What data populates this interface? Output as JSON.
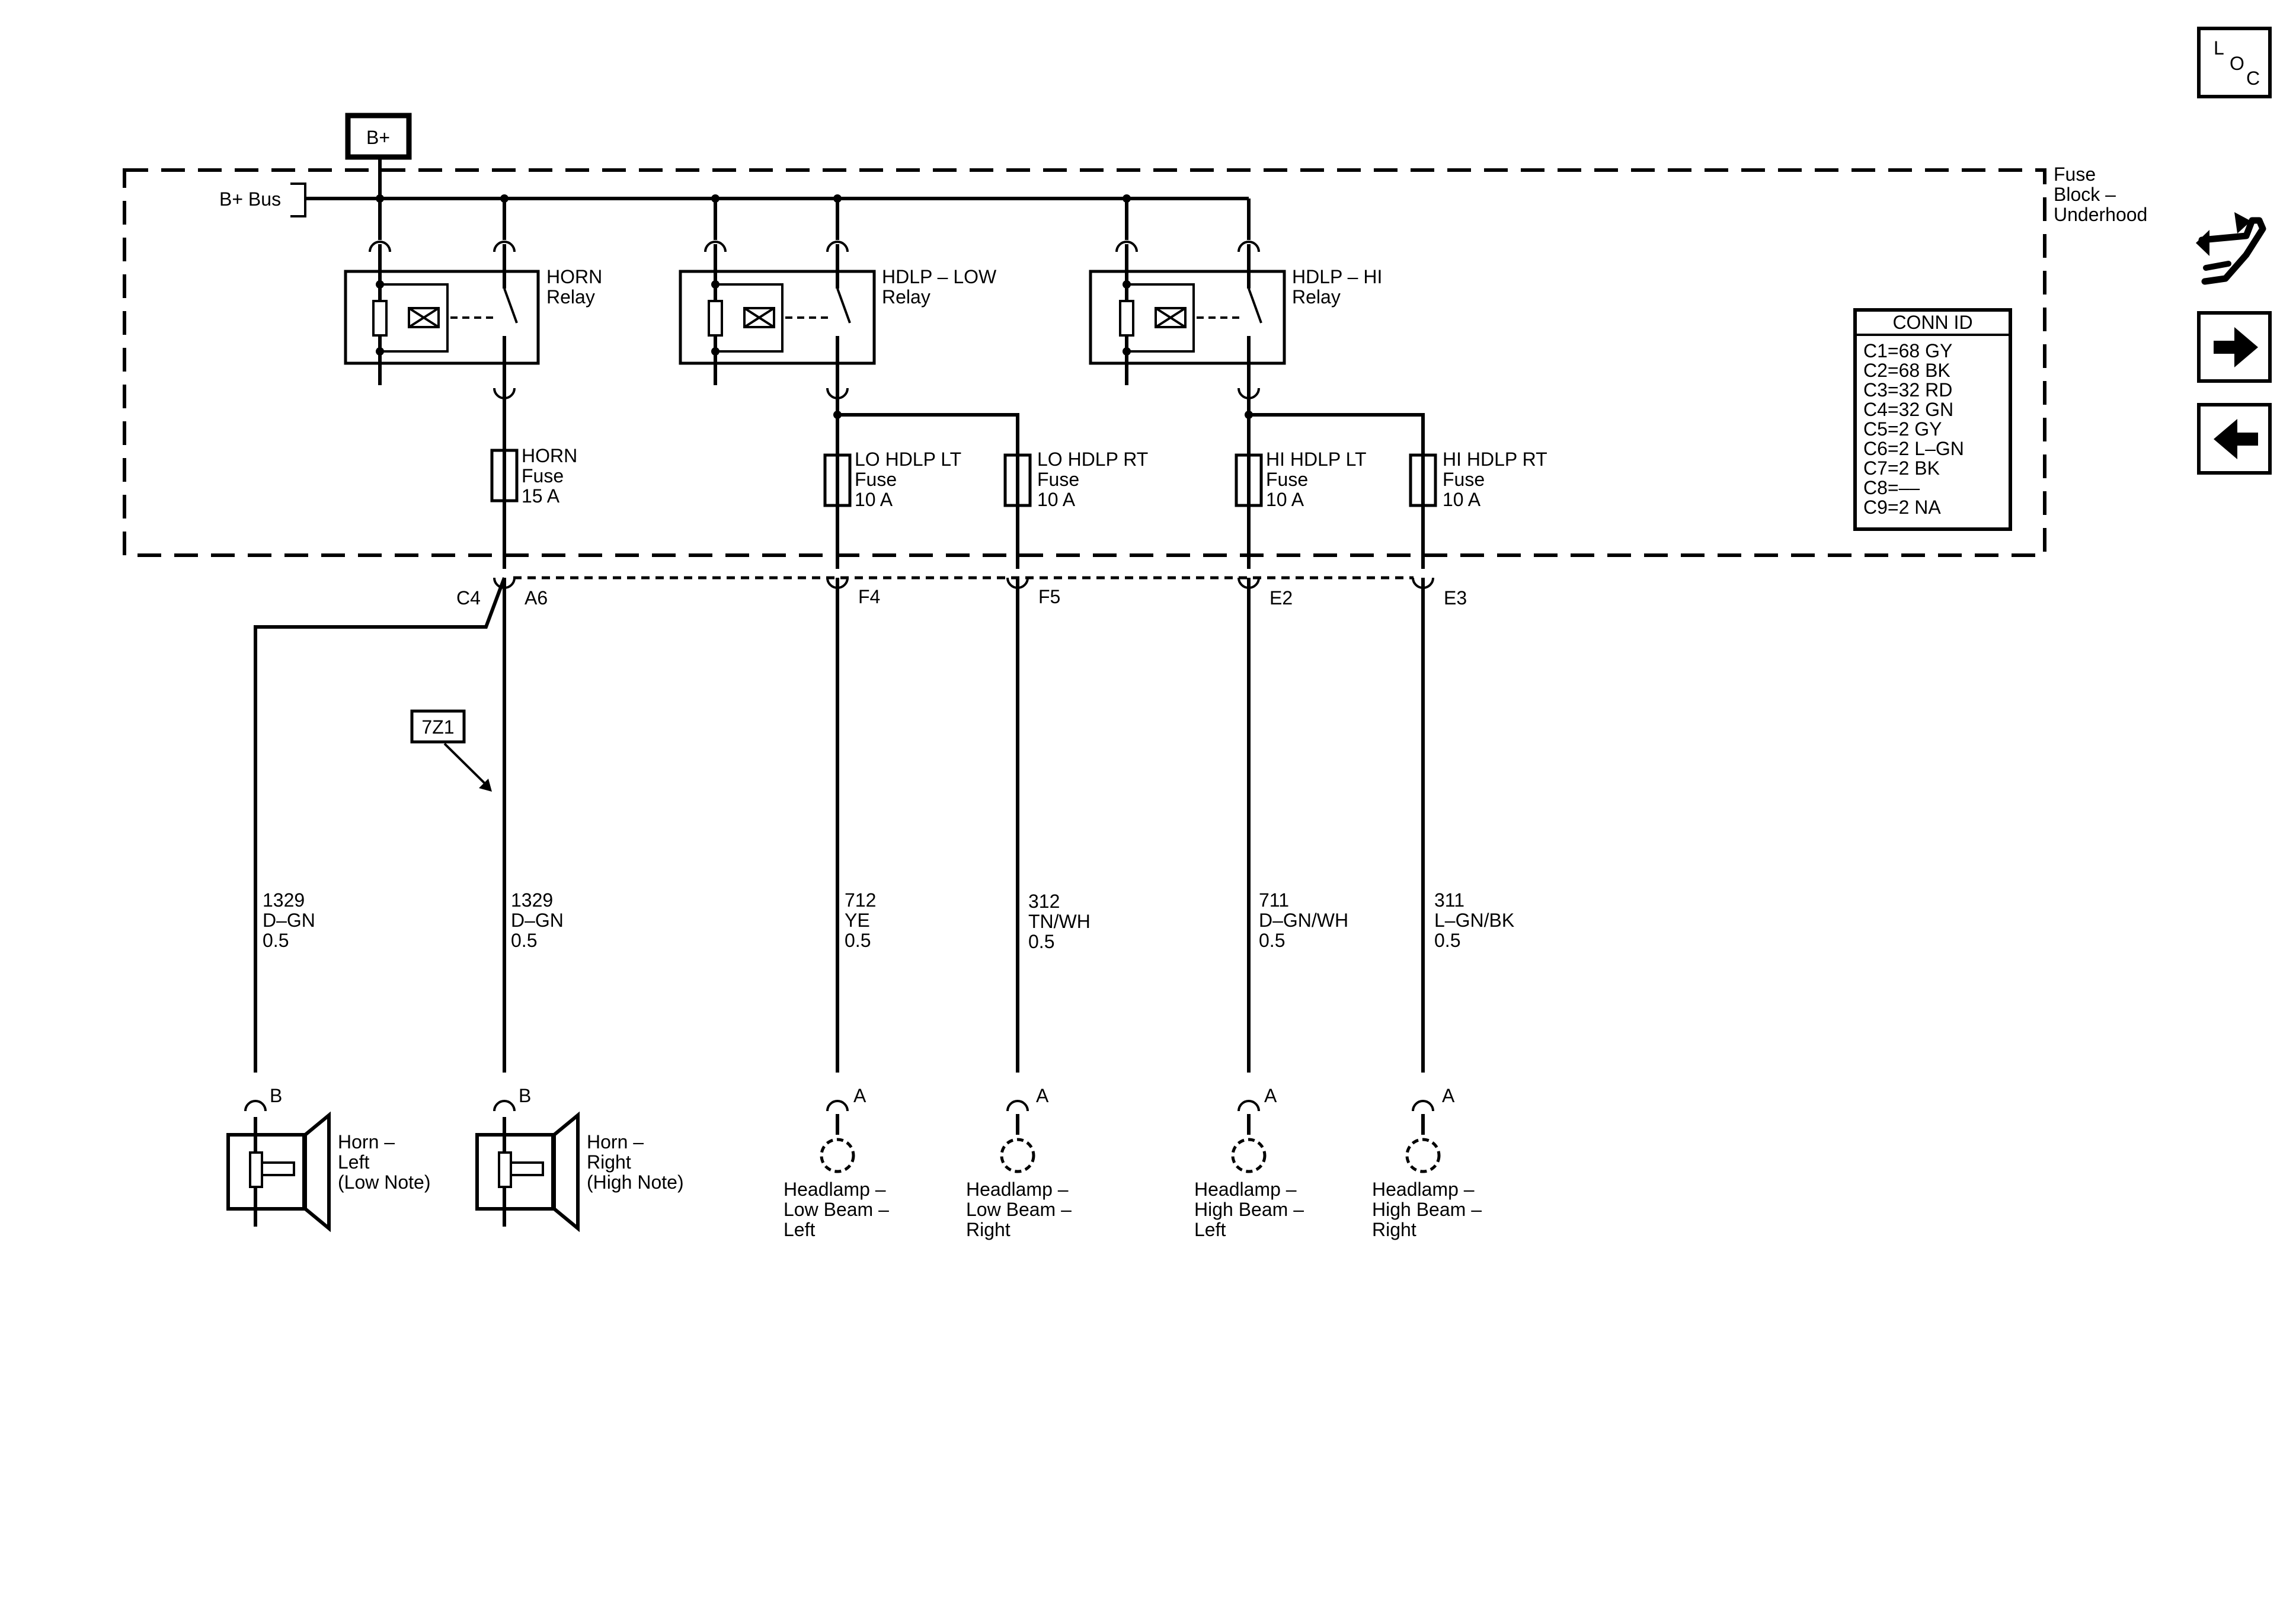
{
  "supply": {
    "label": "B+",
    "bus_label": "B+ Bus"
  },
  "fuse_block": {
    "line1": "Fuse",
    "line2": "Block –",
    "line3": "Underhood"
  },
  "relays": [
    {
      "line1": "HORN",
      "line2": "Relay"
    },
    {
      "line1": "HDLP – LOW",
      "line2": "Relay"
    },
    {
      "line1": "HDLP – HI",
      "line2": "Relay"
    }
  ],
  "fuses": [
    {
      "line1": "HORN",
      "line2": "Fuse",
      "line3": "15 A"
    },
    {
      "line1": "LO HDLP LT",
      "line2": "Fuse",
      "line3": "10 A"
    },
    {
      "line1": "LO HDLP RT",
      "line2": "Fuse",
      "line3": "10 A"
    },
    {
      "line1": "HI HDLP LT",
      "line2": "Fuse",
      "line3": "10 A"
    },
    {
      "line1": "HI HDLP RT",
      "line2": "Fuse",
      "line3": "10 A"
    }
  ],
  "connector_pins": [
    "C4",
    "A6",
    "F4",
    "F5",
    "E2",
    "E3"
  ],
  "splice_label": "7Z1",
  "wires": [
    {
      "circuit": "1329",
      "color": "D–GN",
      "size": "0.5"
    },
    {
      "circuit": "1329",
      "color": "D–GN",
      "size": "0.5"
    },
    {
      "circuit": "712",
      "color": "YE",
      "size": "0.5"
    },
    {
      "circuit": "312",
      "color": "TN/WH",
      "size": "0.5"
    },
    {
      "circuit": "711",
      "color": "D–GN/WH",
      "size": "0.5"
    },
    {
      "circuit": "311",
      "color": "L–GN/BK",
      "size": "0.5"
    }
  ],
  "loads": [
    {
      "pin": "B",
      "line1": "Horn –",
      "line2": "Left",
      "line3": "(Low Note)"
    },
    {
      "pin": "B",
      "line1": "Horn –",
      "line2": "Right",
      "line3": "(High Note)"
    },
    {
      "pin": "A",
      "line1": "Headlamp –",
      "line2": "Low Beam –",
      "line3": "Left"
    },
    {
      "pin": "A",
      "line1": "Headlamp –",
      "line2": "Low Beam –",
      "line3": "Right"
    },
    {
      "pin": "A",
      "line1": "Headlamp –",
      "line2": "High Beam –",
      "line3": "Left"
    },
    {
      "pin": "A",
      "line1": "Headlamp –",
      "line2": "High Beam –",
      "line3": "Right"
    }
  ],
  "conn_id": {
    "title": "CONN ID",
    "rows": [
      "C1=68 GY",
      "C2=68 BK",
      "C3=32 RD",
      "C4=32 GN",
      "C5=2 GY",
      "C6=2 L–GN",
      "C7=2 BK",
      "C8=––",
      "C9=2 NA"
    ]
  },
  "nav": {
    "loc_l": "L",
    "loc_o": "O",
    "loc_c": "C"
  },
  "icons": [
    "location-icon",
    "harness-icon",
    "next-arrow-icon",
    "back-arrow-icon"
  ]
}
